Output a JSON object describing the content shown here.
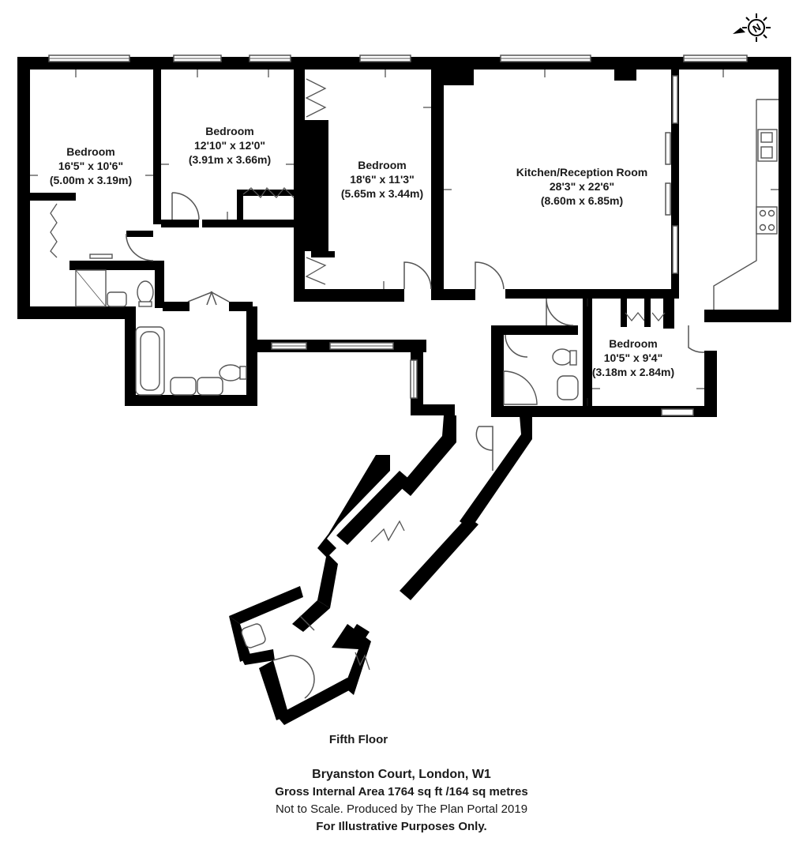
{
  "rooms": [
    {
      "name": "Bedroom",
      "imperial": "16'5\" x 10'6\"",
      "metric": "(5.00m x 3.19m)"
    },
    {
      "name": "Bedroom",
      "imperial": "12'10\" x 12'0\"",
      "metric": "(3.91m x 3.66m)"
    },
    {
      "name": "Bedroom",
      "imperial": "18'6\" x 11'3\"",
      "metric": "(5.65m x 3.44m)"
    },
    {
      "name": "Kitchen/Reception Room",
      "imperial": "28'3\" x 22'6\"",
      "metric": "(8.60m x 6.85m)"
    },
    {
      "name": "Bedroom",
      "imperial": "10'5\" x 9'4\"",
      "metric": "(3.18m x 2.84m)"
    }
  ],
  "floor_label": "Fifth Floor",
  "footer": {
    "address": "Bryanston Court, London, W1",
    "area": "Gross Internal Area 1764 sq ft /164 sq metres",
    "scale_note": "Not to Scale. Produced by The Plan Portal 2019",
    "disclaimer": "For Illustrative Purposes Only."
  },
  "compass_letter": "N",
  "colors": {
    "wall": "#000000",
    "fixture": "#555555",
    "background": "#ffffff"
  }
}
